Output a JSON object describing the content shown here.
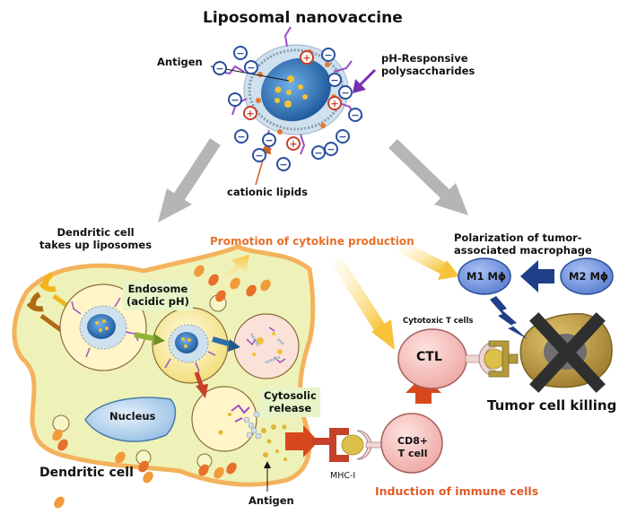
{
  "title": "Liposomal nanovaccine",
  "liposome": {
    "antigen_label": "Antigen",
    "polysaccharide_label_line1": "pH-Responsive",
    "polysaccharide_label_line2": "polysaccharides",
    "cationic_label": "cationic lipids",
    "plus_sign": "+",
    "minus_sign": "−"
  },
  "dc_pathway": {
    "uptake_line1": "Dendritic cell",
    "uptake_line2": "takes up liposomes",
    "endosome_line1": "Endosome",
    "endosome_line2": "(acidic pH)",
    "cytosolic_line1": "Cytosolic",
    "cytosolic_line2": "release",
    "nucleus_label": "Nucleus",
    "cell_label": "Dendritic cell",
    "antigen_label": "Antigen",
    "mhc_label": "MHC-I"
  },
  "cytokine_label": "Promotion of cytokine production",
  "macrophage": {
    "heading_line1": "Polarization of tumor-",
    "heading_line2": "associated macrophage",
    "m1_label": "M1 Mϕ",
    "m2_label": "M2 Mϕ"
  },
  "t_cells": {
    "ctl_caption": "Cytotoxic T cells",
    "ctl_label": "CTL",
    "cd8_line1": "CD8+",
    "cd8_line2": "T cell",
    "induction_label": "Induction of immune cells"
  },
  "tumor_label": "Tumor cell killing",
  "colors": {
    "cytoplasm": "#eef2b8",
    "membrane": "#f4b25c",
    "liposome_core": "#3a7fc0",
    "polysaccharide": "#9b4fc4",
    "negative_charge": "#2a4f9c",
    "positive_charge": "#c7402a",
    "accent_orange": "#e8702a",
    "gray_arrow": "#b3b3b3",
    "macrophage": "#7a9be0",
    "t_cell": "#f5c3c0",
    "tumor": "#c9a64a"
  }
}
